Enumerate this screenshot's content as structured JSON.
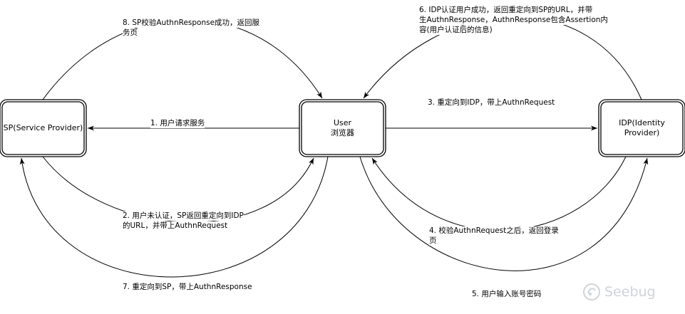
{
  "nodes": {
    "sp": {
      "label": "SP(Service Provider)"
    },
    "user": {
      "label": "User",
      "label2": "浏览器"
    },
    "idp": {
      "label": "IDP(Identity",
      "label2": "Provider)"
    }
  },
  "edges": {
    "e1": "1. 用户请求服务",
    "e2a": "2. 用户未认证，SP返回重定向到IDP",
    "e2b": "的URL，并带上AuthnRequest",
    "e3": "3. 重定向到IDP，带上AuthnRequest",
    "e4a": "4. 校验AuthnRequest之后，返回登录",
    "e4b": "页",
    "e5": "5. 用户输入账号密码",
    "e6a": "6. IDP认证用户成功，返回重定向到SP的URL，并带",
    "e6b": "生AuthnResponse，AuthnResponse包含Assertion内",
    "e6c": "容(用户认证后的信息)",
    "e7": "7. 重定向到SP，带上AuthnResponse",
    "e8a": "8. SP校验AuthnResponse成功，返回服",
    "e8b": "务页"
  },
  "watermark": "Seebug"
}
